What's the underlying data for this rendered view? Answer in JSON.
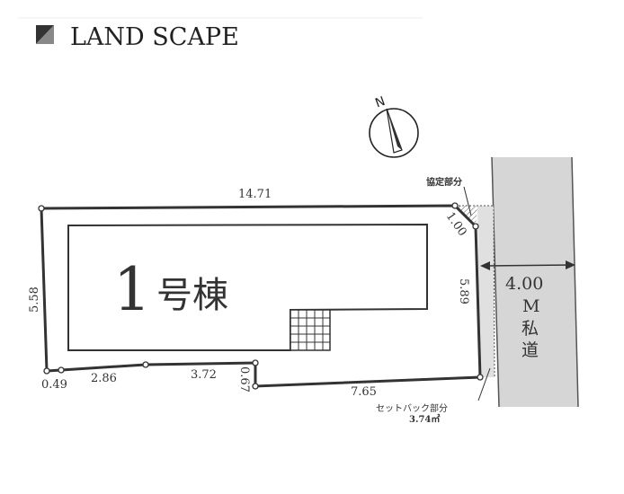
{
  "header": {
    "title": "LAND SCAPE"
  },
  "compass": {
    "label": "N"
  },
  "building": {
    "number": "1",
    "suffix": "号棟"
  },
  "dimensions": {
    "top": "14.71",
    "left": "5.58",
    "right": "5.89",
    "corner_cut": "1.00",
    "bottom_a": "0.49",
    "bottom_b": "2.86",
    "bottom_c": "3.72",
    "bottom_step": "0.67",
    "bottom_d": "7.65"
  },
  "annotations": {
    "agreement_area": "協定部分",
    "setback_label": "セットバック部分",
    "setback_area": "3.74㎡"
  },
  "road": {
    "width": "4.00",
    "unit": "M",
    "type_1": "私",
    "type_2": "道"
  },
  "colors": {
    "road": "#d4d4d4",
    "setback": "#e2e2e2",
    "line": "#333333"
  }
}
